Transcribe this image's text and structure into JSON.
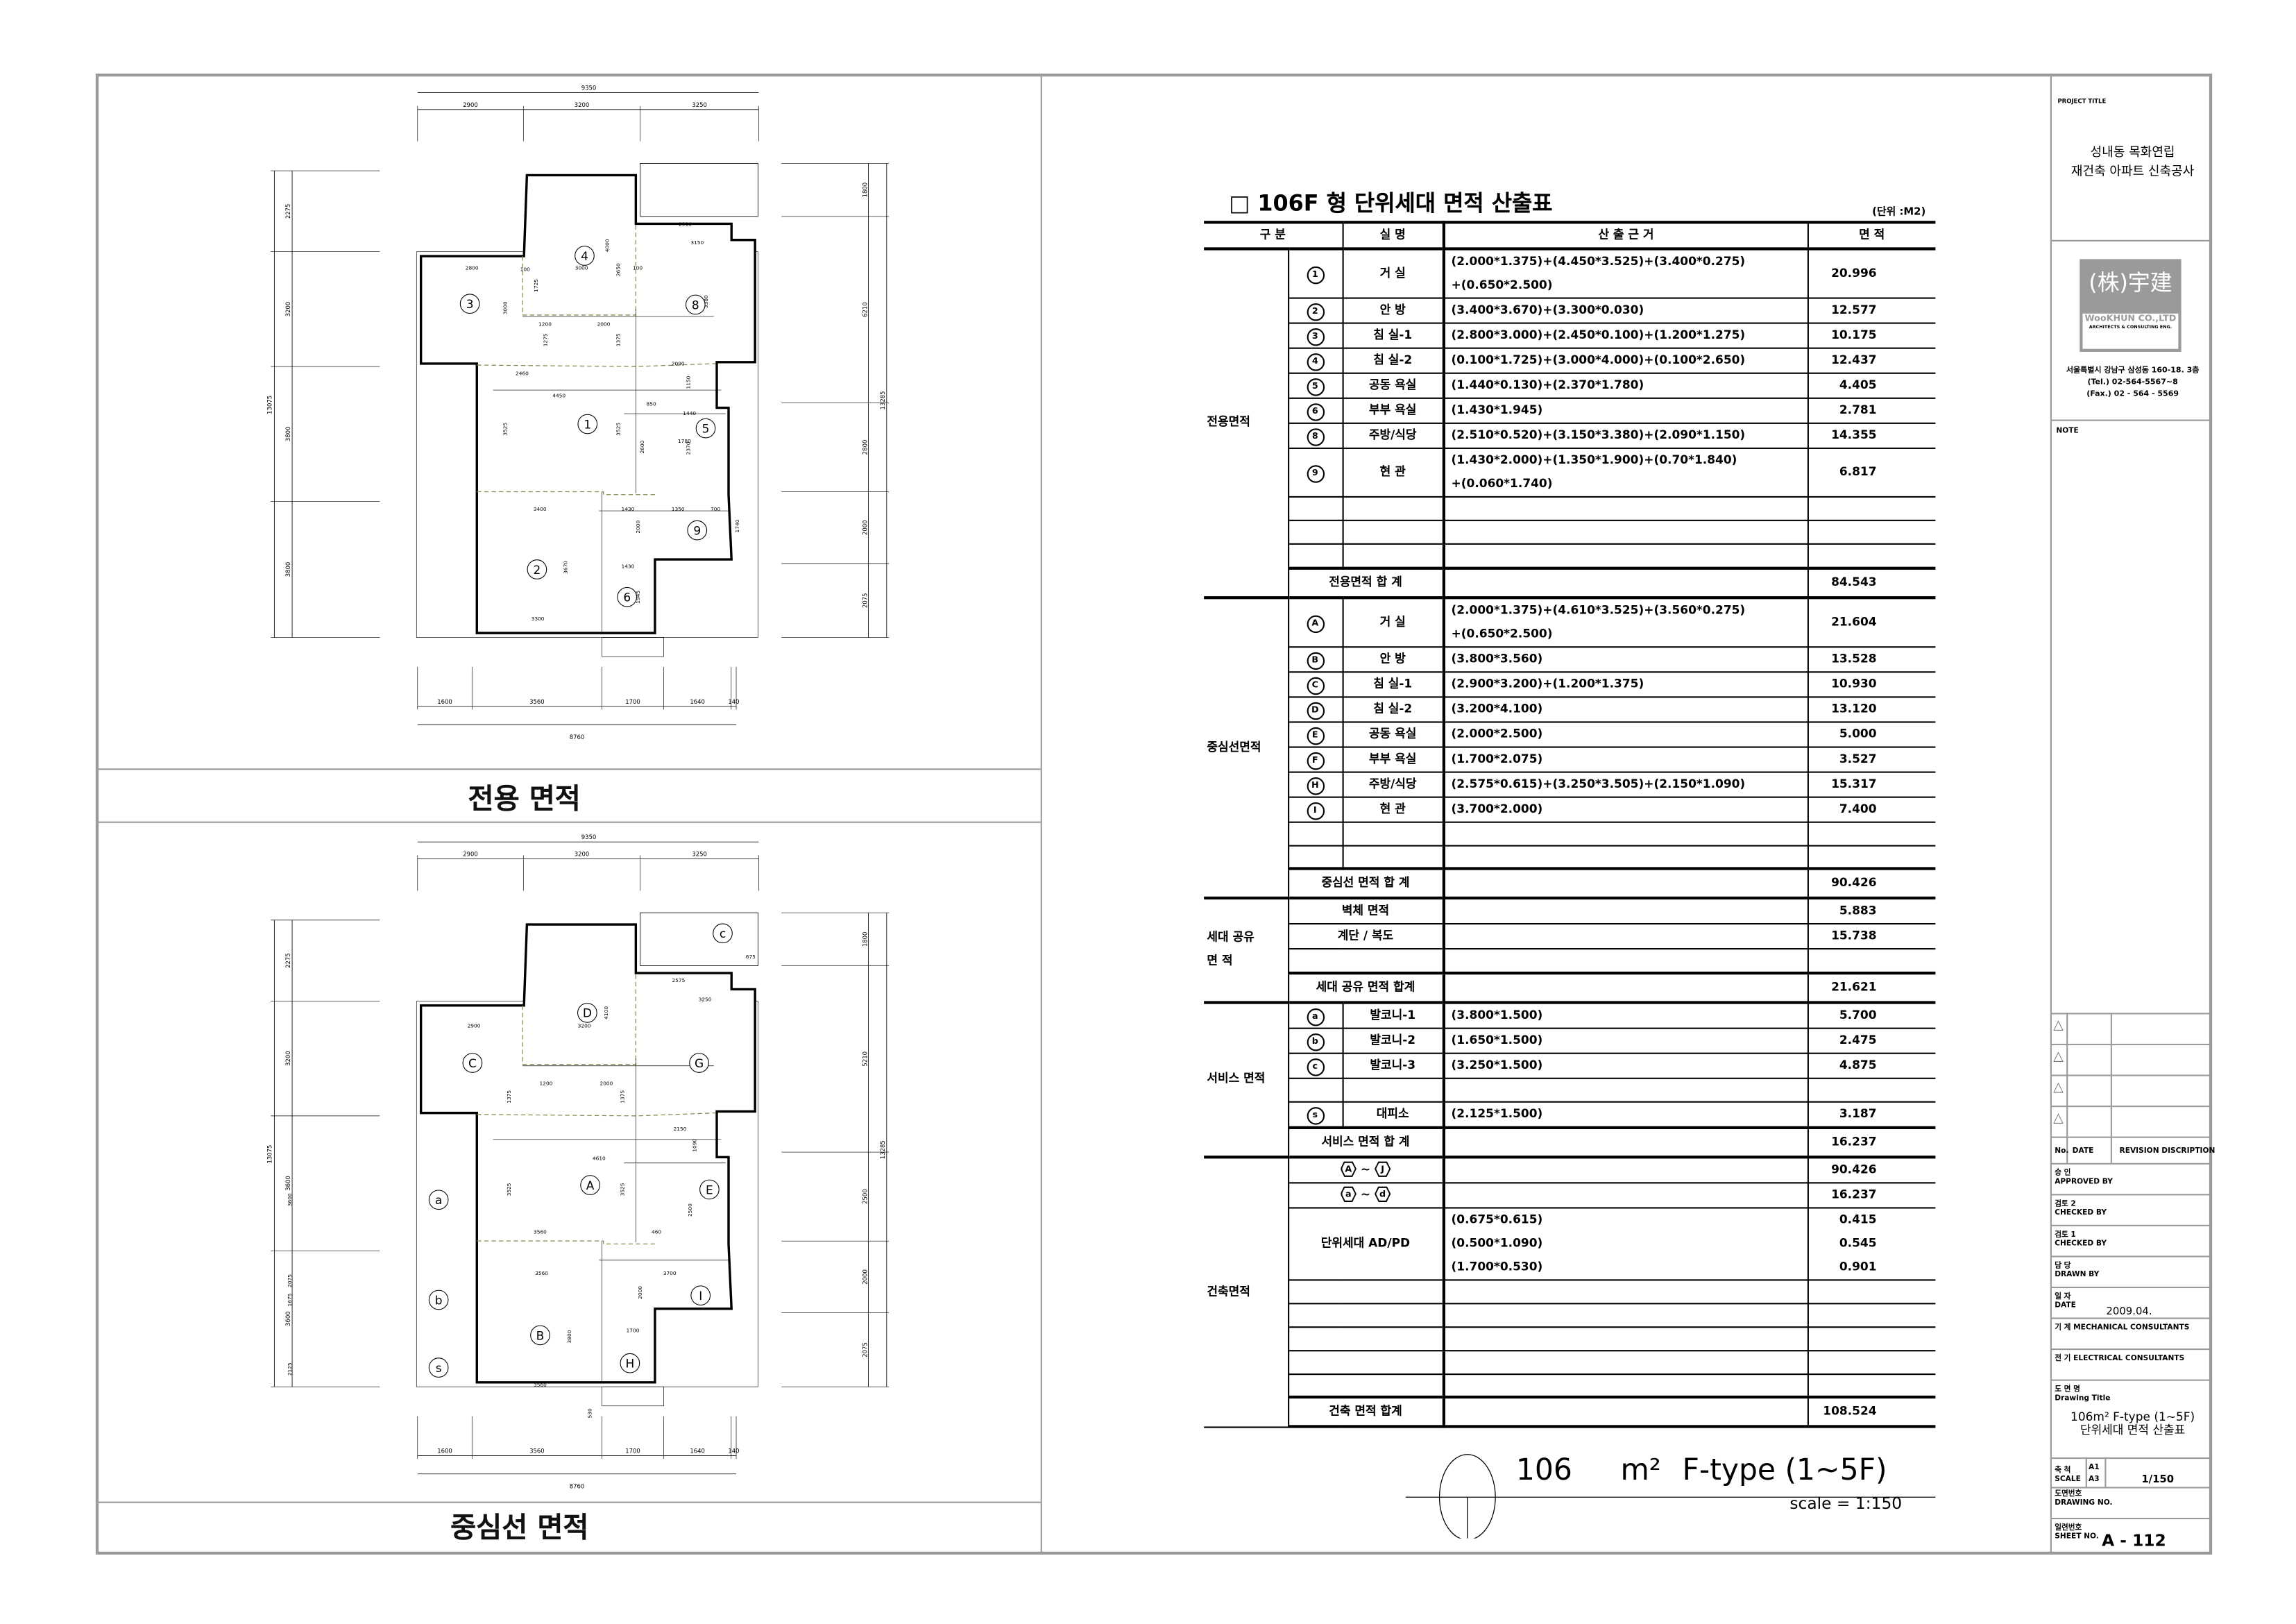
{
  "table": {
    "title": "□ 106F 형 단위세대 면적 산출표",
    "unit": "(단위 :M2)",
    "headers": [
      "구  분",
      "실  명",
      "산  출  근  거",
      "면    적"
    ],
    "sections": [
      {
        "label": "전용면적",
        "rows": [
          {
            "code": "1",
            "name": "거  실",
            "formula": [
              "(2.000*1.375)+(4.450*3.525)+(3.400*0.275)",
              "+(0.650*2.500)"
            ],
            "area": [
              "20.996"
            ]
          },
          {
            "code": "2",
            "name": "안  방",
            "formula": [
              "(3.400*3.670)+(3.300*0.030)"
            ],
            "area": [
              "12.577"
            ]
          },
          {
            "code": "3",
            "name": "침 실-1",
            "formula": [
              "(2.800*3.000)+(2.450*0.100)+(1.200*1.275)"
            ],
            "area": [
              "10.175"
            ]
          },
          {
            "code": "4",
            "name": "침 실-2",
            "formula": [
              "(0.100*1.725)+(3.000*4.000)+(0.100*2.650)"
            ],
            "area": [
              "12.437"
            ]
          },
          {
            "code": "5",
            "name": "공동 욕실",
            "formula": [
              "(1.440*0.130)+(2.370*1.780)"
            ],
            "area": [
              "4.405"
            ]
          },
          {
            "code": "6",
            "name": "부부 욕실",
            "formula": [
              "(1.430*1.945)"
            ],
            "area": [
              "2.781"
            ]
          },
          {
            "code": "8",
            "name": "주방/식당",
            "formula": [
              "(2.510*0.520)+(3.150*3.380)+(2.090*1.150)"
            ],
            "area": [
              "14.355"
            ]
          },
          {
            "code": "9",
            "name": "현  관",
            "formula": [
              "(1.430*2.000)+(1.350*1.900)+(0.70*1.840)",
              "+(0.060*1.740)"
            ],
            "area": [
              "6.817"
            ]
          },
          {
            "code": "",
            "name": "",
            "formula": [],
            "area": []
          },
          {
            "code": "",
            "name": "",
            "formula": [],
            "area": []
          },
          {
            "code": "",
            "name": "",
            "formula": [],
            "area": []
          }
        ],
        "total": {
          "label": "전용면적 합 계",
          "value": "84.543"
        }
      },
      {
        "label": "중심선면적",
        "rows": [
          {
            "code": "A",
            "name": "거  실",
            "formula": [
              "(2.000*1.375)+(4.610*3.525)+(3.560*0.275)",
              "+(0.650*2.500)"
            ],
            "area": [
              "21.604"
            ]
          },
          {
            "code": "B",
            "name": "안  방",
            "formula": [
              "(3.800*3.560)"
            ],
            "area": [
              "13.528"
            ]
          },
          {
            "code": "C",
            "name": "침 실-1",
            "formula": [
              "(2.900*3.200)+(1.200*1.375)"
            ],
            "area": [
              "10.930"
            ]
          },
          {
            "code": "D",
            "name": "침 실-2",
            "formula": [
              "(3.200*4.100)"
            ],
            "area": [
              "13.120"
            ]
          },
          {
            "code": "E",
            "name": "공동 욕실",
            "formula": [
              "(2.000*2.500)"
            ],
            "area": [
              "5.000"
            ]
          },
          {
            "code": "F",
            "name": "부부 욕실",
            "formula": [
              "(1.700*2.075)"
            ],
            "area": [
              "3.527"
            ]
          },
          {
            "code": "H",
            "name": "주방/식당",
            "formula": [
              "(2.575*0.615)+(3.250*3.505)+(2.150*1.090)"
            ],
            "area": [
              "15.317"
            ]
          },
          {
            "code": "I",
            "name": "현  관",
            "formula": [
              "(3.700*2.000)"
            ],
            "area": [
              "7.400"
            ]
          },
          {
            "code": "",
            "name": "",
            "formula": [],
            "area": []
          },
          {
            "code": "",
            "name": "",
            "formula": [],
            "area": []
          }
        ],
        "total": {
          "label": "중심선 면적 합 계",
          "value": "90.426"
        }
      },
      {
        "label": "세대 공유\n면  적",
        "merged": true,
        "rows": [
          {
            "name": "벽체 면적",
            "formula": [],
            "area": [
              "5.883"
            ]
          },
          {
            "name": "계단 / 복도",
            "formula": [],
            "area": [
              "15.738"
            ]
          },
          {
            "name": "",
            "formula": [],
            "area": []
          }
        ],
        "total": {
          "label": "세대 공유 면적 합계",
          "value": "21.621"
        }
      },
      {
        "label": "서비스 면적",
        "rows": [
          {
            "code": "a",
            "name": "발코니-1",
            "formula": [
              "(3.800*1.500)"
            ],
            "area": [
              "5.700"
            ]
          },
          {
            "code": "b",
            "name": "발코니-2",
            "formula": [
              "(1.650*1.500)"
            ],
            "area": [
              "2.475"
            ]
          },
          {
            "code": "c",
            "name": "발코니-3",
            "formula": [
              "(3.250*1.500)"
            ],
            "area": [
              "4.875"
            ]
          },
          {
            "code": "",
            "name": "",
            "formula": [],
            "area": []
          },
          {
            "code": "s",
            "name": "대피소",
            "formula": [
              "(2.125*1.500)"
            ],
            "area": [
              "3.187"
            ]
          }
        ],
        "total": {
          "label": "서비스 면적 합 계",
          "value": "16.237"
        }
      },
      {
        "label": "건축면적",
        "merged": true,
        "rows": [
          {
            "range": [
              "A",
              "J"
            ],
            "formula": [],
            "area": [
              "90.426"
            ]
          },
          {
            "range": [
              "a",
              "d"
            ],
            "formula": [],
            "area": [
              "16.237"
            ]
          },
          {
            "name": "단위세대 AD/PD",
            "formula": [
              "(0.675*0.615)",
              "(0.500*1.090)",
              "(1.700*0.530)"
            ],
            "area": [
              "0.415",
              "0.545",
              "0.901"
            ]
          },
          {
            "name": "",
            "formula": [],
            "area": []
          },
          {
            "name": "",
            "formula": [],
            "area": []
          },
          {
            "name": "",
            "formula": [],
            "area": []
          },
          {
            "name": "",
            "formula": [],
            "area": []
          },
          {
            "name": "",
            "formula": [],
            "area": []
          }
        ],
        "total": {
          "label": "건축 면적 합계",
          "value": "108.524"
        }
      }
    ]
  },
  "drawing_label": {
    "number": "106",
    "unit": "m²",
    "type": "F-type (1~5F)",
    "scale": "scale = 1:150"
  },
  "plans": [
    {
      "title": "전용 면적",
      "dims": {
        "top_total": "9350",
        "top": [
          "2900",
          "3200",
          "3250"
        ],
        "left": [
          "2275",
          "3200",
          "3800",
          "3800"
        ],
        "left_total": "13075",
        "right": [
          "1800",
          "6210",
          "2800",
          "2000",
          "2075"
        ],
        "right_total": "13285",
        "bottom": [
          "1600",
          "3560",
          "1700",
          "1640",
          "140"
        ],
        "bottom_total": "8760"
      },
      "inner": [
        "2800",
        "3000",
        "100",
        "100",
        "4000",
        "2650",
        "1725",
        "3000",
        "1200",
        "2000",
        "1275",
        "1375",
        "2510",
        "3150",
        "3380",
        "2090",
        "2460",
        "4450",
        "1150",
        "850",
        "1440",
        "1780",
        "3525",
        "3525",
        "2600",
        "2370",
        "3400",
        "1430",
        "1350",
        "700",
        "2000",
        "1740",
        "3670",
        "1430",
        "1945",
        "3300"
      ],
      "rooms": [
        "1",
        "2",
        "3",
        "4",
        "5",
        "6",
        "8",
        "9"
      ]
    },
    {
      "title": "중심선 면적",
      "dims": {
        "top_total": "9350",
        "top": [
          "2900",
          "3200",
          "3250"
        ],
        "left": [
          "2275",
          "3200",
          "3600",
          "3600"
        ],
        "left_total": "13075",
        "right": [
          "1800",
          "5210",
          "2500",
          "2000",
          "2075"
        ],
        "right_total": "13285",
        "bottom": [
          "1600",
          "3560",
          "1700",
          "1640",
          "140"
        ],
        "bottom_total": "8760"
      },
      "inner": [
        "2900",
        "3200",
        "2000",
        "1200",
        "1375",
        "1375",
        "4610",
        "3525",
        "3525",
        "3560",
        "3560",
        "2150",
        "1090",
        "2500",
        "2000",
        "3700",
        "1700",
        "3800",
        "3560",
        "2575",
        "3250",
        "675",
        "4100",
        "3600",
        "460",
        "2075",
        "1675",
        "2125",
        "530"
      ],
      "rooms": [
        "A",
        "B",
        "C",
        "D",
        "E",
        "G",
        "H",
        "I",
        "c",
        "a",
        "b",
        "s"
      ]
    }
  ],
  "title_block": {
    "project_label": "PROJECT TITLE",
    "project_title": "성내동 목화연립\n재건축 아파트 신축공사",
    "logo": {
      "mark": "(株)宇建",
      "name": "WooKHUN CO.,LTD",
      "sub": "ARCHITECTS & CONSULTING ENG."
    },
    "address": "서울특별시 강남구 삼성동 160-18. 3층",
    "tel": "(Tel.) 02-564-5567~8",
    "fax": "(Fax.) 02 - 564 - 5569",
    "note_label": "NOTE",
    "revision_headers": [
      "No.",
      "DATE",
      "REVISION DISCRIPTION"
    ],
    "approved": "승 인\nAPPROVED BY",
    "checked2": "검토 2\nCHECKED BY",
    "checked1": "검토 1\nCHECKED BY",
    "drawn": "담 당\nDRAWN BY",
    "date_label": "일 자\nDATE",
    "date": "2009.04.",
    "mech": "기 계  MECHANICAL  CONSULTANTS",
    "elec": "전 기  ELECTRICAL  CONSULTANTS",
    "drawing_title_label": "도 면 명\nDrawing Title",
    "drawing_title": "106m² F-type (1~5F)\n단위세대 면적 산출표",
    "scale_label": "축 척\nSCALE",
    "scale_a1": "A1",
    "scale_a3": "A3",
    "scale_value": "1/150",
    "drawing_no_label": "도면번호\nDRAWING NO.",
    "sheet_no_label": "일련번호\nSHEET NO.",
    "sheet_no": "A - 112"
  },
  "colors": {
    "frame": "#9a9a9a",
    "ink": "#000000",
    "dashed_line": "#8a8a50",
    "logo_bg": "#9a9a9a"
  }
}
